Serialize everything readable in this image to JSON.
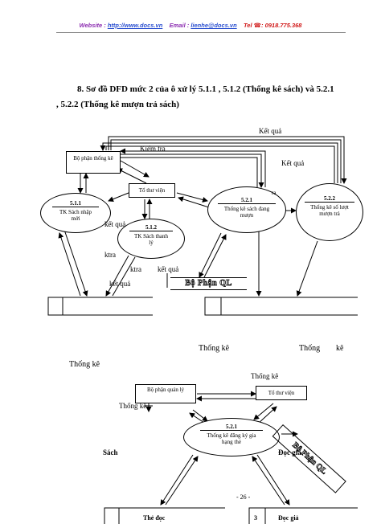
{
  "header": {
    "website_label": "Website :",
    "website_url": "http://www.docs.vn",
    "email_label": "Email :",
    "email_value": "lienhe@docs.vn",
    "tel_label": "Tel ☎:",
    "phone": "0918.775.368"
  },
  "heading": {
    "line1": "8. Sơ đồ DFD mức 2 của ô xử lý 5.1.1 , 5.1.2   (Thống kê sách) và 5.2.1",
    "line2": ", 5.2.2   (Thống kê mượn trả sách)"
  },
  "diagram1": {
    "box_bo_phan_thong_ke": "Bộ phận thống kê",
    "box_to_thu_vien": "Tổ thư viện",
    "p511_num": "5.1.1",
    "p511_text": "TK Sách nhập mới",
    "p512_num": "5.1.2",
    "p512_text": "TK Sách thanh lý",
    "p521_num": "5.2.1",
    "p521_text": "Thống kê sách đang mượn",
    "p522_num": "5.2.2",
    "p522_text": "Thống kê số lượt mượn trả",
    "label_ket_qua_top": "Kết quả",
    "label_kiem_tra": "Kiểm tra",
    "label_ket_qua_right": "Kết quả",
    "label_ra": "ra",
    "label_ket_qua_left": "kết quả",
    "label_ktra1": "ktra",
    "label_ktra2": "ktra",
    "label_ket_qua_mid": "kết quả",
    "label_ket_qua_low": "kết quả",
    "bo_phan_ql": "Bộ Phận QL"
  },
  "middle": {
    "thong_ke_1": "Thống kê",
    "thong_ke_2": "Thống",
    "thong_ke_2b": "kê",
    "thong_ke_3": "Thống kê"
  },
  "diagram2": {
    "label_thong_ke_top": "Thống kê",
    "box_bo_phan_quan_ly": "Bộ phận quản lý",
    "box_to_thu_vien": "Tổ thư viện",
    "label_thong_ke_left": "Thống kê",
    "p521_num": "5.2.1",
    "p521_text": "Thống kê đăng ký gia hạng thẻ",
    "bo_phan_ql": "Bộ Phận QL",
    "label_sach": "Sách",
    "label_doc_gia": "Đọc giả",
    "store_the_doc": "Thẻ đọc",
    "store_num": "3",
    "store_doc_gia": "Đọc giả"
  },
  "footer": {
    "page": "- 26 -"
  }
}
